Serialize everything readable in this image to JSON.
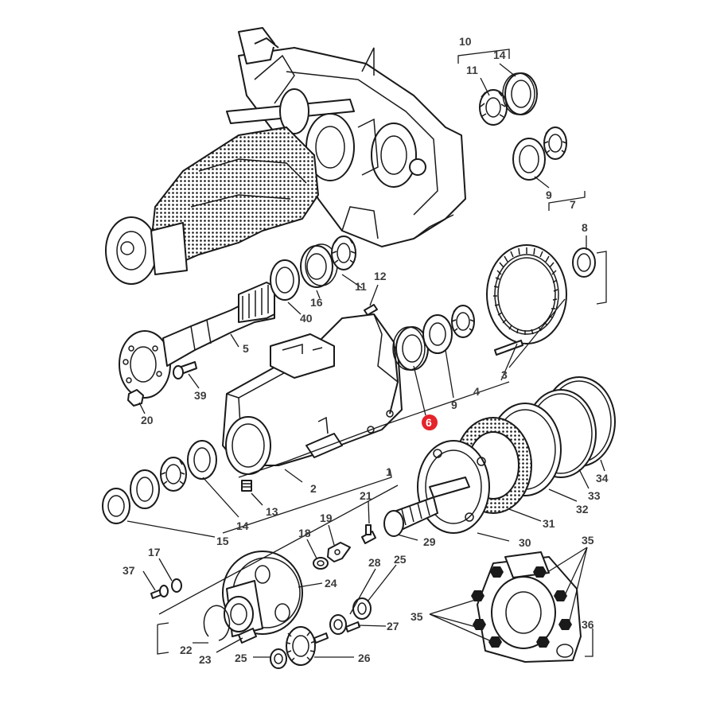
{
  "diagram": {
    "highlight_color": "#e4232b",
    "callouts": [
      {
        "id": "c10",
        "label": "10"
      },
      {
        "id": "c11a",
        "label": "11"
      },
      {
        "id": "c14a",
        "label": "14"
      },
      {
        "id": "c9a",
        "label": "9"
      },
      {
        "id": "c7",
        "label": "7"
      },
      {
        "id": "c8",
        "label": "8"
      },
      {
        "id": "c12",
        "label": "12"
      },
      {
        "id": "c11b",
        "label": "11"
      },
      {
        "id": "c16",
        "label": "16"
      },
      {
        "id": "c40",
        "label": "40"
      },
      {
        "id": "c5",
        "label": "5"
      },
      {
        "id": "c39",
        "label": "39"
      },
      {
        "id": "c20",
        "label": "20"
      },
      {
        "id": "c6",
        "label": "6",
        "highlighted": true
      },
      {
        "id": "c9b",
        "label": "9"
      },
      {
        "id": "c4",
        "label": "4"
      },
      {
        "id": "c3",
        "label": "3"
      },
      {
        "id": "c1",
        "label": "1"
      },
      {
        "id": "c2",
        "label": "2"
      },
      {
        "id": "c13",
        "label": "13"
      },
      {
        "id": "c14b",
        "label": "14"
      },
      {
        "id": "c15",
        "label": "15"
      },
      {
        "id": "c34",
        "label": "34"
      },
      {
        "id": "c33",
        "label": "33"
      },
      {
        "id": "c32",
        "label": "32"
      },
      {
        "id": "c31",
        "label": "31"
      },
      {
        "id": "c30",
        "label": "30"
      },
      {
        "id": "c29",
        "label": "29"
      },
      {
        "id": "c21",
        "label": "21"
      },
      {
        "id": "c19",
        "label": "19"
      },
      {
        "id": "c18",
        "label": "18"
      },
      {
        "id": "c17",
        "label": "17"
      },
      {
        "id": "c37",
        "label": "37"
      },
      {
        "id": "c24",
        "label": "24"
      },
      {
        "id": "c28",
        "label": "28"
      },
      {
        "id": "c25a",
        "label": "25"
      },
      {
        "id": "c27",
        "label": "27"
      },
      {
        "id": "c22",
        "label": "22"
      },
      {
        "id": "c23",
        "label": "23"
      },
      {
        "id": "c25b",
        "label": "25"
      },
      {
        "id": "c26",
        "label": "26"
      },
      {
        "id": "c35a",
        "label": "35"
      },
      {
        "id": "c35b",
        "label": "35"
      },
      {
        "id": "c36",
        "label": "36"
      }
    ]
  }
}
